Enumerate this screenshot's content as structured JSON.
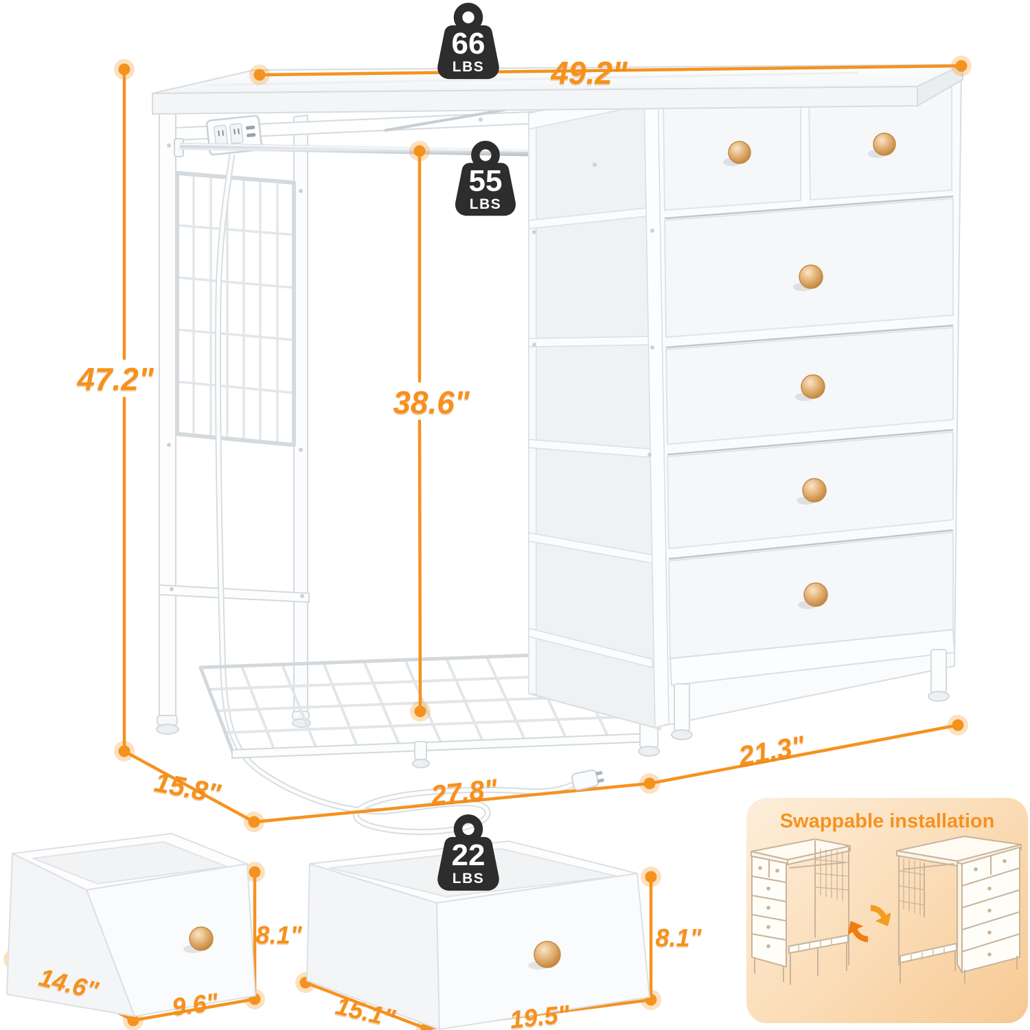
{
  "dims": {
    "width": "49.2\"",
    "height": "47.2\"",
    "rod_height": "38.6\"",
    "depth": "15.8\"",
    "rack_width": "27.8\"",
    "dresser_width": "21.3\""
  },
  "weights": {
    "top": {
      "value": "66",
      "unit": "LBS"
    },
    "rod": {
      "value": "55",
      "unit": "LBS"
    },
    "drawer": {
      "value": "22",
      "unit": "LBS"
    }
  },
  "small_drawer": {
    "depth": "14.6\"",
    "width": "9.6\"",
    "height": "8.1\""
  },
  "large_drawer": {
    "depth": "15.1\"",
    "width": "19.5\"",
    "height": "8.1\""
  },
  "swappable": {
    "title": "Swappable installation"
  },
  "colors": {
    "accent_orange": "#F5921E",
    "badge_black": "#2D2D2D",
    "knob_gold": "#D9A05B",
    "panel_peach": "#FBDFBC"
  }
}
